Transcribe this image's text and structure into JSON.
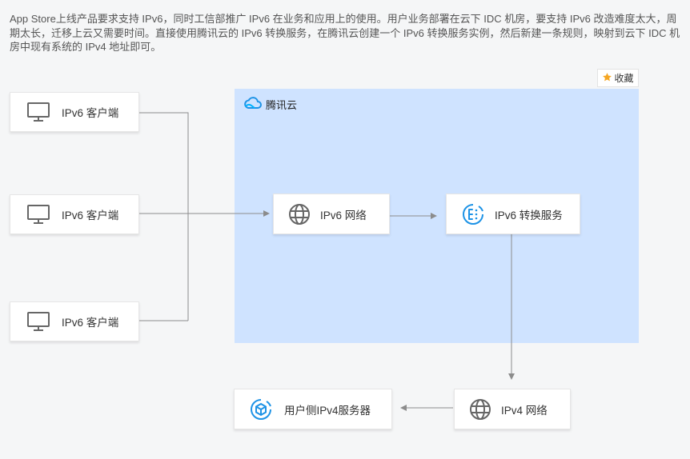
{
  "description": "App Store上线产品要求支持 IPv6，同时工信部推广 IPv6 在业务和应用上的使用。用户业务部署在云下 IDC 机房，要支持 IPv6 改造难度太大，周期太长，迁移上云又需要时间。直接使用腾讯云的 IPv6 转换服务，在腾讯云创建一个 IPv6 转换服务实例，然后新建一条规则，映射到云下 IDC 机房中现有系统的 IPv4 地址即可。",
  "favorite": {
    "label": "收藏",
    "icon": "star-icon"
  },
  "cloud": {
    "label": "腾讯云",
    "icon": "tencent-cloud-logo-icon"
  },
  "nodes": {
    "client1": {
      "label": "IPv6 客户端",
      "icon": "monitor-icon"
    },
    "client2": {
      "label": "IPv6 客户端",
      "icon": "monitor-icon"
    },
    "client3": {
      "label": "IPv6 客户端",
      "icon": "monitor-icon"
    },
    "ipv6_network": {
      "label": "IPv6 网络",
      "icon": "globe-icon"
    },
    "ipv6_translation": {
      "label": "IPv6 转换服务",
      "icon": "translation-service-icon"
    },
    "ipv4_network": {
      "label": "IPv4 网络",
      "icon": "globe-icon"
    },
    "ipv4_server": {
      "label": "用户侧IPv4服务器",
      "icon": "server-cube-icon"
    }
  },
  "colors": {
    "cloud_bg": "#cfe3ff",
    "accent": "#1e93e6",
    "line": "#8c8c8c",
    "icon_gray": "#666666",
    "star": "#f5a623"
  }
}
